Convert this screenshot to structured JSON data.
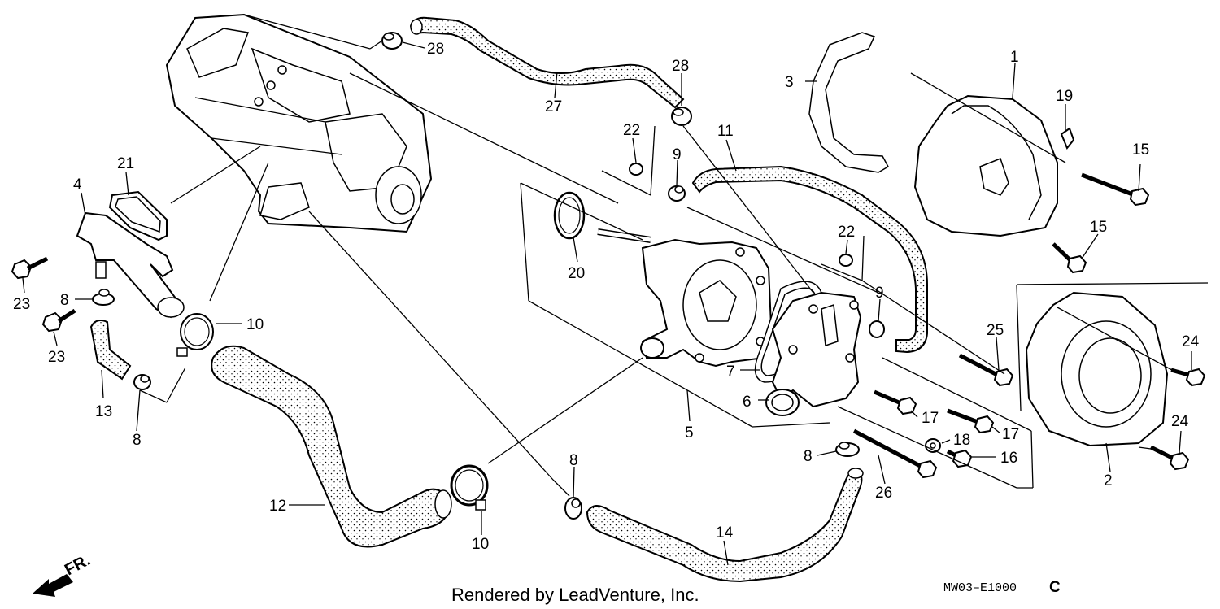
{
  "diagram": {
    "callouts": [
      {
        "id": "c1",
        "text": "1"
      },
      {
        "id": "c2",
        "text": "2"
      },
      {
        "id": "c3",
        "text": "3"
      },
      {
        "id": "c4",
        "text": "4"
      },
      {
        "id": "c5",
        "text": "5"
      },
      {
        "id": "c6",
        "text": "6"
      },
      {
        "id": "c7",
        "text": "7"
      },
      {
        "id": "c8a",
        "text": "8"
      },
      {
        "id": "c8b",
        "text": "8"
      },
      {
        "id": "c8c",
        "text": "8"
      },
      {
        "id": "c8d",
        "text": "8"
      },
      {
        "id": "c9a",
        "text": "9"
      },
      {
        "id": "c9b",
        "text": "9"
      },
      {
        "id": "c10a",
        "text": "10"
      },
      {
        "id": "c10b",
        "text": "10"
      },
      {
        "id": "c11",
        "text": "11"
      },
      {
        "id": "c12",
        "text": "12"
      },
      {
        "id": "c13",
        "text": "13"
      },
      {
        "id": "c14",
        "text": "14"
      },
      {
        "id": "c15a",
        "text": "15"
      },
      {
        "id": "c15b",
        "text": "15"
      },
      {
        "id": "c16",
        "text": "16"
      },
      {
        "id": "c17a",
        "text": "17"
      },
      {
        "id": "c17b",
        "text": "17"
      },
      {
        "id": "c18",
        "text": "18"
      },
      {
        "id": "c19",
        "text": "19"
      },
      {
        "id": "c20",
        "text": "20"
      },
      {
        "id": "c21",
        "text": "21"
      },
      {
        "id": "c22a",
        "text": "22"
      },
      {
        "id": "c22b",
        "text": "22"
      },
      {
        "id": "c23a",
        "text": "23"
      },
      {
        "id": "c23b",
        "text": "23"
      },
      {
        "id": "c24a",
        "text": "24"
      },
      {
        "id": "c24b",
        "text": "24"
      },
      {
        "id": "c25",
        "text": "25"
      },
      {
        "id": "c26",
        "text": "26"
      },
      {
        "id": "c27",
        "text": "27"
      },
      {
        "id": "c28a",
        "text": "28"
      },
      {
        "id": "c28b",
        "text": "28"
      }
    ],
    "direction_label": "FR.",
    "footer": "Rendered by LeadVenture, Inc.",
    "diagram_code": "MW03–E1000",
    "diagram_code_suffix": "C"
  },
  "colors": {
    "line": "#000000",
    "background": "#ffffff"
  }
}
